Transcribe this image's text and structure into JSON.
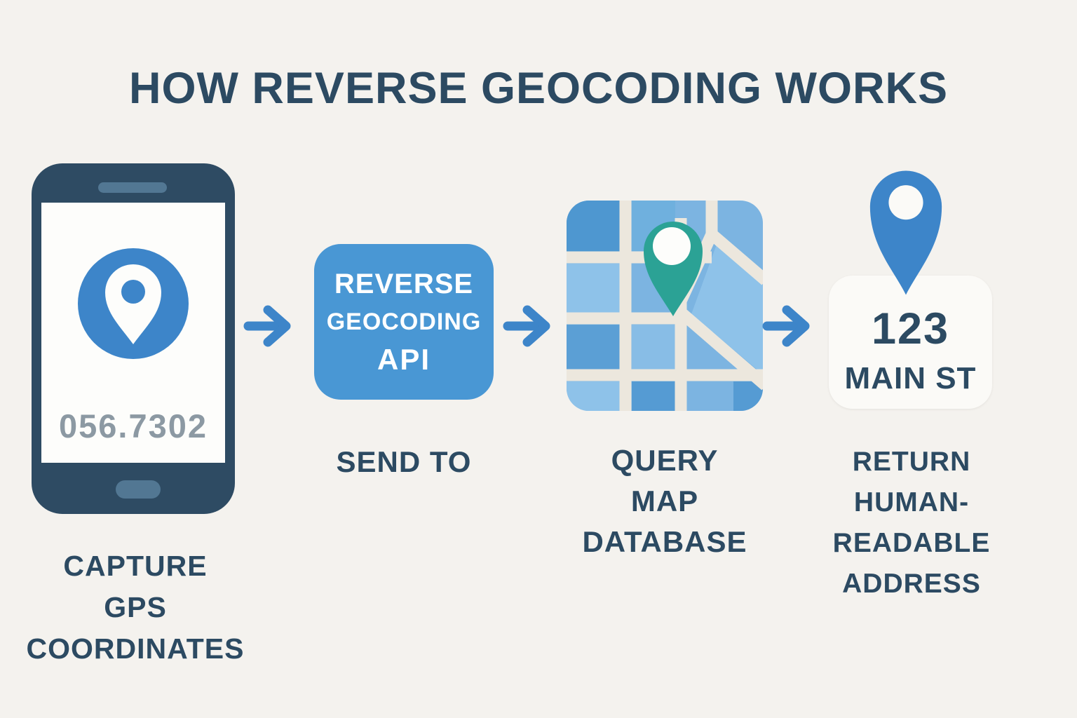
{
  "title": "HOW REVERSE GEOCODING WORKS",
  "colors": {
    "background": "#f4f2ee",
    "heading_text": "#2c4a62",
    "accent_blue": "#3d85c9",
    "api_box_blue": "#4997d4",
    "phone_body": "#2e4b63",
    "phone_detail": "#527793",
    "map_base_blue": "#7cb4e1",
    "map_block_dark": "#549bd3",
    "map_block_light": "#8ec2e9",
    "map_road": "#ece7dd",
    "map_pin_teal": "#2ba295",
    "coords_gray": "#8c99a3",
    "card_bg": "#fbfaf7"
  },
  "steps": [
    {
      "name": "capture-gps",
      "icon": "smartphone-location-icon",
      "screen_value": "056.7302",
      "caption": "CAPTURE\nGPS\nCOORDINATES"
    },
    {
      "name": "send-to-api",
      "icon": "api-box",
      "box_line1": "REVERSE",
      "box_line2": "GEOCODING",
      "box_line3": "API",
      "caption": "SEND TO"
    },
    {
      "name": "query-map-database",
      "icon": "map-with-pin-icon",
      "caption": "QUERY\nMAP\nDATABASE"
    },
    {
      "name": "return-address",
      "icon": "location-pin-icon",
      "address_number": "123",
      "address_street": "MAIN ST",
      "caption": "RETURN\nHUMAN-\nREADABLE\nADDRESS"
    }
  ],
  "arrow_count": 3
}
